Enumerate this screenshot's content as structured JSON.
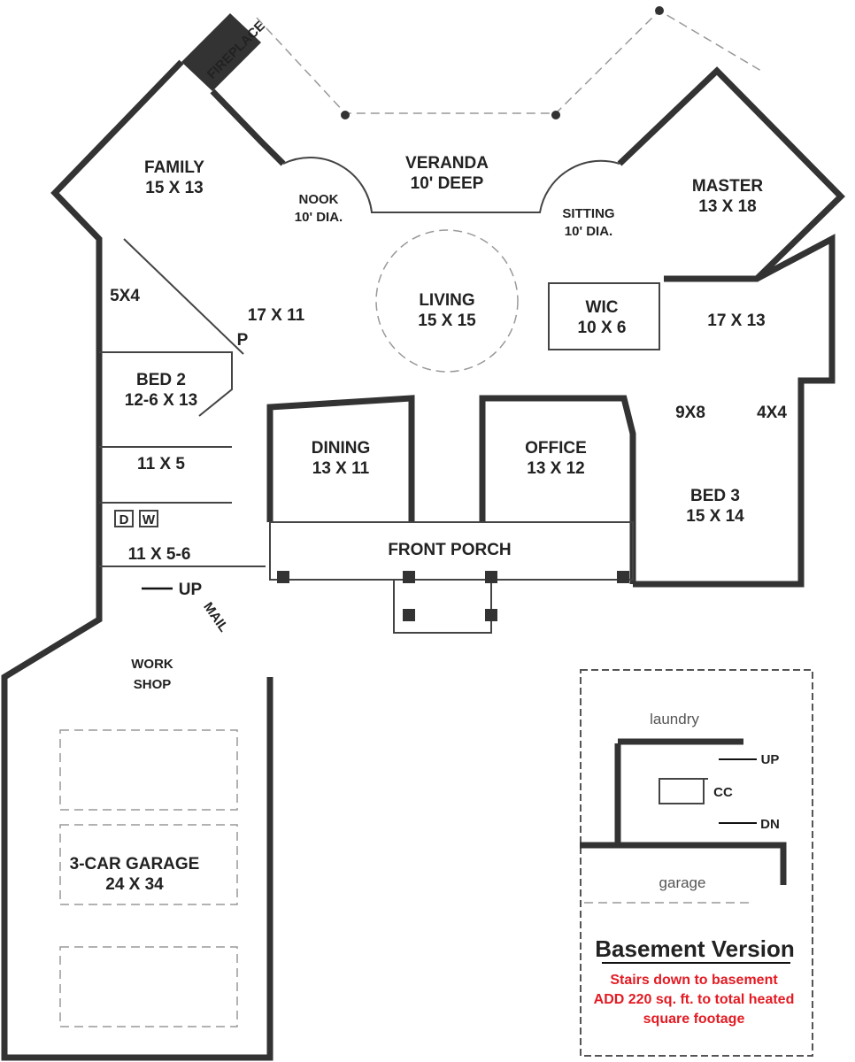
{
  "rooms": {
    "fireplace": "FIREPLACE",
    "family_name": "FAMILY",
    "family_size": "15 X 13",
    "nook_name": "NOOK",
    "nook_size": "10' DIA.",
    "veranda_name": "VERANDA",
    "veranda_size": "10' DEEP",
    "sitting_name": "SITTING",
    "sitting_size": "10' DIA.",
    "master_name": "MASTER",
    "master_size": "13 X 18",
    "kitchen_size": "17 X 11",
    "living_name": "LIVING",
    "living_size": "15 X 15",
    "wic_name": "WIC",
    "wic_size": "10 X 6",
    "master_bath_size": "17 X 13",
    "closet_5x4": "5X4",
    "pantry": "P",
    "bed2_name": "BED 2",
    "bed2_size": "12-6 X 13",
    "bath_9x8": "9X8",
    "closet_4x4": "4X4",
    "dining_name": "DINING",
    "dining_size": "13 X 11",
    "office_name": "OFFICE",
    "office_size": "13 X 12",
    "bed3_name": "BED 3",
    "bed3_size": "15 X 14",
    "bath_11x5": "11 X 5",
    "dryer": "D",
    "washer": "W",
    "laundry_size": "11 X 5-6",
    "front_porch": "FRONT PORCH",
    "stairs_up": "UP",
    "mail": "MAIL",
    "workshop_line1": "WORK",
    "workshop_line2": "SHOP",
    "garage_name": "3-CAR GARAGE",
    "garage_size": "24 X 34"
  },
  "basement_inset": {
    "laundry": "laundry",
    "up": "UP",
    "cc": "CC",
    "dn": "DN",
    "garage": "garage",
    "title": "Basement Version",
    "note_line1": "Stairs down to basement",
    "note_line2": "ADD 220 sq. ft. to total heated",
    "note_line3": "square footage"
  }
}
